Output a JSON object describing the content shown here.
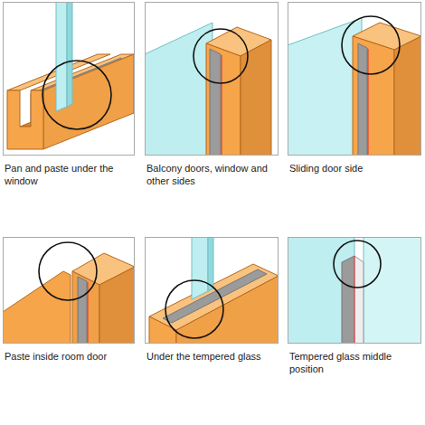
{
  "diagram": {
    "nodes": [
      {
        "text": [
          "Pan and paste under the window"
        ]
      },
      {
        "text": [
          "Balcony doors, window and other sides"
        ]
      },
      {
        "text": [
          "Sliding door side"
        ]
      },
      {
        "text": [
          "Paste inside room door"
        ]
      },
      {
        "text": [
          "Under the tempered glass"
        ]
      },
      {
        "text": [
          "Tempered glass middle position"
        ]
      }
    ]
  }
}
